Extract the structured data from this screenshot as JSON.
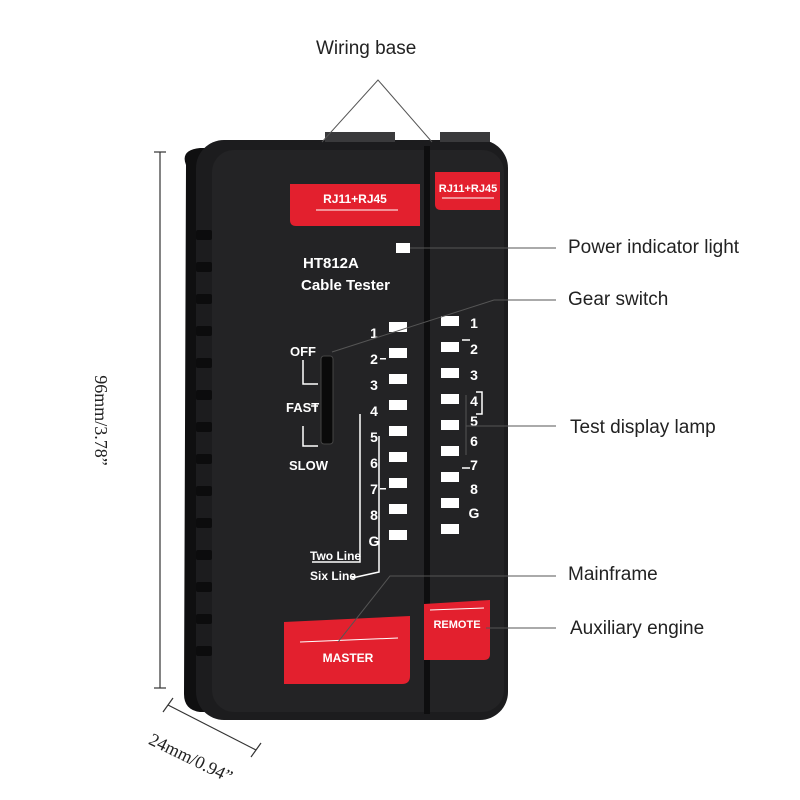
{
  "callouts": {
    "wiring_base": "Wiring base",
    "power_indicator": "Power indicator light",
    "gear_switch": "Gear switch",
    "test_display": "Test display lamp",
    "mainframe": "Mainframe",
    "auxiliary": "Auxiliary engine"
  },
  "dimensions": {
    "height": "96mm/3.78”",
    "depth": "24mm/0.94”"
  },
  "device": {
    "master_port_label": "RJ11+RJ45",
    "remote_port_label": "RJ11+RJ45",
    "model": "HT812A",
    "name": "Cable Tester",
    "switch_positions": [
      "OFF",
      "FAST",
      "SLOW"
    ],
    "master_numbers": [
      "1",
      "2",
      "3",
      "4",
      "5",
      "6",
      "7",
      "8",
      "G"
    ],
    "remote_numbers": [
      "1",
      "2",
      "3",
      "4",
      "5",
      "6",
      "7",
      "8",
      "G"
    ],
    "two_line": "Two Line",
    "six_line": "Six Line",
    "master_label": "MASTER",
    "remote_label": "REMOTE"
  },
  "colors": {
    "body": "#1c1c1e",
    "accent_red": "#e3202e",
    "lamp": "#ffffff"
  }
}
